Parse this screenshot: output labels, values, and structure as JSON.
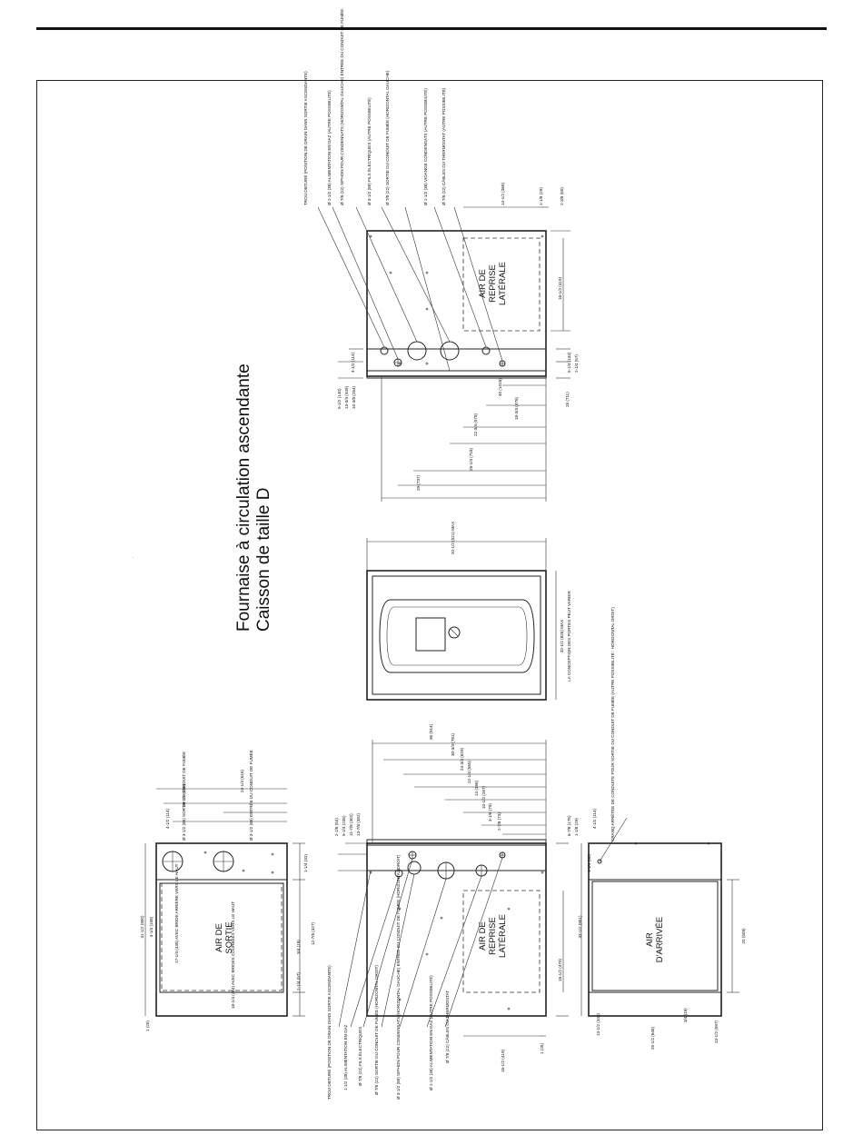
{
  "title": {
    "line1": "Fournaise à circulation ascendante",
    "line2": "Caisson de taille D"
  },
  "labels": {
    "air_sortie": [
      "AIR DE",
      "SORTIE"
    ],
    "air_reprise": [
      "AIR DE",
      "REPRISE",
      "LATÉRALE"
    ],
    "air_arrivee": [
      "AIR",
      "D'ARRIVÉE"
    ]
  },
  "callouts_top": [
    "TROU OBTURÉ (POSITION DE DRAIN DANS SORTIE ASCENDANTE)",
    "Ø 1-1/2 (38) ALIMENTATION EN GAZ (AUTRE POSSIBILITÉ)",
    "Ø 7/8 (22) SIPHON POUR CONDENSATS (HORIZONTAL GAUCHE) ENTRÉE DU CONDUIT DE FUMÉE",
    "Ø 3-1/2 (89) FILS ÉLECTRIQUES (AUTRE POSSIBILITÉ)",
    "Ø 7/8 (22) SORTIE DU CONDUIT DE FUMÉE (HORIZONTAL GAUCHE)",
    "Ø 1-1/2 (38) VIDANGE CONDENSATS (AUTRE POSSIBILITÉ)",
    "Ø 7/8 (22) CÂBLES DU THERMOSTAT (AUTRE POSSIBILITÉ)"
  ],
  "callouts_bottom": [
    "TROU OBTURÉ (POSITION DE DRAIN DANS SORTIE ASCENDANTE)",
    "1-1/2 (38) ALIMENTATION EN GAZ",
    "Ø 7/8 (22) FILS ÉLECTRIQUES",
    "Ø 7/8 (22) SORTIE DU CONDUIT DE FUMÉE (HORIZONTAL DROIT)",
    "Ø 3-1/2 (89) SIPHON POUR CONDENSATS (HORIZONTAL GAUCHE) ENTRÉE DU CONDUIT DE FUMÉE (HORIZONTAL DROIT)",
    "Ø 1-1/2 (38) ALIMENTATION EN GAZ (AUTRE POSSIBILITÉ)",
    "Ø 7/8 (22) CÂBLES DU THERMOSTAT"
  ],
  "notes": {
    "sortie_fumee": "Ø 3-1/2 (89) SORTIE DU CONDUIT DE FUMÉE",
    "entree_fumee": "Ø 3-1/2 (89) ENTRÉE DU CONDUIT DE FUMÉE",
    "bride_arriere": "17-1/4 (438) AVEC BRIDE ARRIÈRE VERS LE HAUT",
    "brides_courbees": "18-1/4 (464) AVEC BRIDES COURBÉES VERS LE HAUT",
    "cranq": "CRANQ ARRÊTÉE DE CONDUITE POUR SORTIE DU CONDUIT DE FUMÉE (AUTRE POSSIBILITÉ : HORIZONTAL DROIT)",
    "front_width": "20-1/2 (521) MAX",
    "front_height": "32-1/2 (826) MAX",
    "front_note": "LA CONCEPTION DES PORTES PEUT VARIER"
  },
  "dims_top": [
    "14-1/2 (368)",
    "1-1/8 (29)",
    "2-3/8 (60)",
    "16-1/2 (419)",
    "4-1/2 (114)",
    "5-1/2 (140)",
    "13-3/4 (349)",
    "10-3/8 (264)",
    "5-1/4 (133)",
    "2-1/4 (57)",
    "28 (711)",
    "40 (1016)",
    "18-3/4 (476)",
    "22-3/4 (578)",
    "28-1/4 (718)",
    "29 (737)"
  ],
  "dims_bottom": [
    "36 (914)",
    "30-3/4 (781)",
    "24-3/4 (629)",
    "22-1/4 (565)",
    "14 (356)",
    "10-1/2 (267)",
    "3-1/8 (79)",
    "2-7/8 (73)",
    "1 (25)",
    "13-7/8 (352)",
    "11-7/8 (302)",
    "9-1/4 (235)",
    "2-1/8 (54)",
    "6-7/8 (175)",
    "1-1/8 (29)",
    "18-1/2 (470)",
    "16-1/2 (419)"
  ],
  "dims_left": [
    "31-1/2 (800)",
    "24-1/4 (616)",
    "19-1/2 (495)",
    "12-7/8 (327)",
    "4-1/4 (108)",
    "1 (25)",
    "4-1/2 (114)",
    "1-1/4 (32)",
    "3/4 (19)",
    "2-1/4 (57)"
  ],
  "dims_right": [
    "33-1/2 (851)",
    "20 (508)",
    "4-1/2 (114)",
    "1-1/4 (32)",
    "3/4 (19)",
    "25-1/2 (648)",
    "23-1/2 (597)",
    "13-1/2 (343)"
  ]
}
